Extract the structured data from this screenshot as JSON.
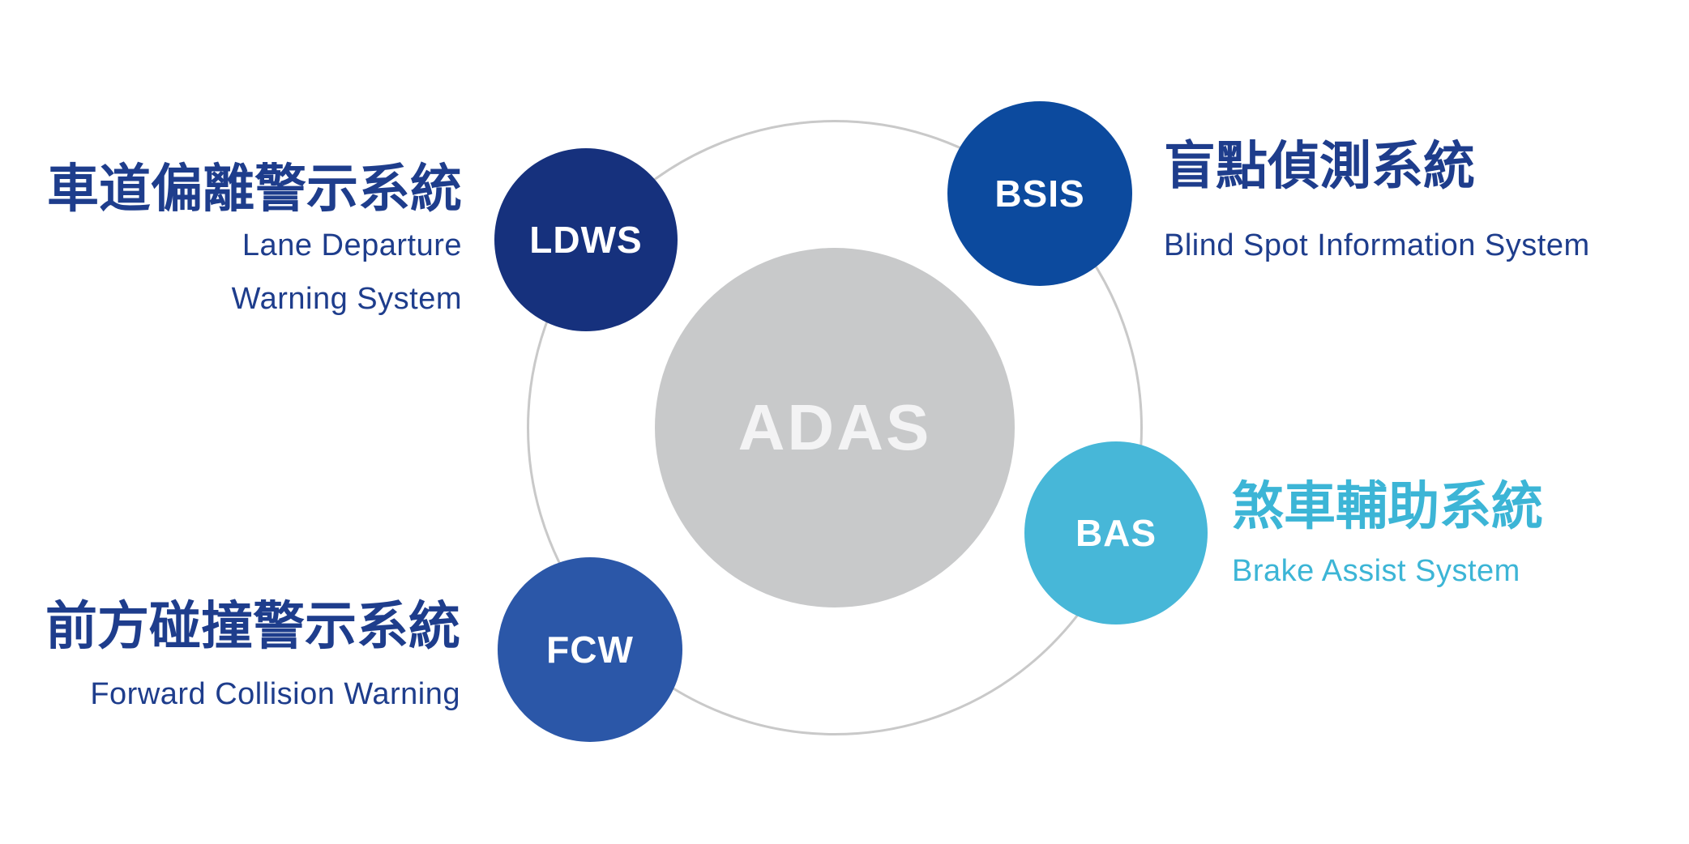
{
  "center_label": "ADAS",
  "colors": {
    "ring": "#c9c9c9",
    "center_circle": "#c8c9ca",
    "center_text": "#f3f3f4",
    "navy_text": "#1e3d8c",
    "cyan_text": "#3cb5d6"
  },
  "nodes": {
    "ldws": {
      "abbr": "LDWS",
      "title_zh": "車道偏離警示系統",
      "subtitle_line1": "Lane Departure",
      "subtitle_line2": "Warning System",
      "circle_color": "#16317d",
      "text_color": "#1e3d8c"
    },
    "bsis": {
      "abbr": "BSIS",
      "title_zh": "盲點偵測系統",
      "subtitle_line1": "Blind Spot Information System",
      "circle_color": "#0c4a9e",
      "text_color": "#1e3d8c"
    },
    "bas": {
      "abbr": "BAS",
      "title_zh": "煞車輔助系統",
      "subtitle_line1": "Brake Assist System",
      "circle_color": "#47b7d8",
      "text_color": "#3cb5d6"
    },
    "fcw": {
      "abbr": "FCW",
      "title_zh": "前方碰撞警示系統",
      "subtitle_line1": "Forward Collision Warning",
      "circle_color": "#2b57a8",
      "text_color": "#1e3d8c"
    }
  }
}
